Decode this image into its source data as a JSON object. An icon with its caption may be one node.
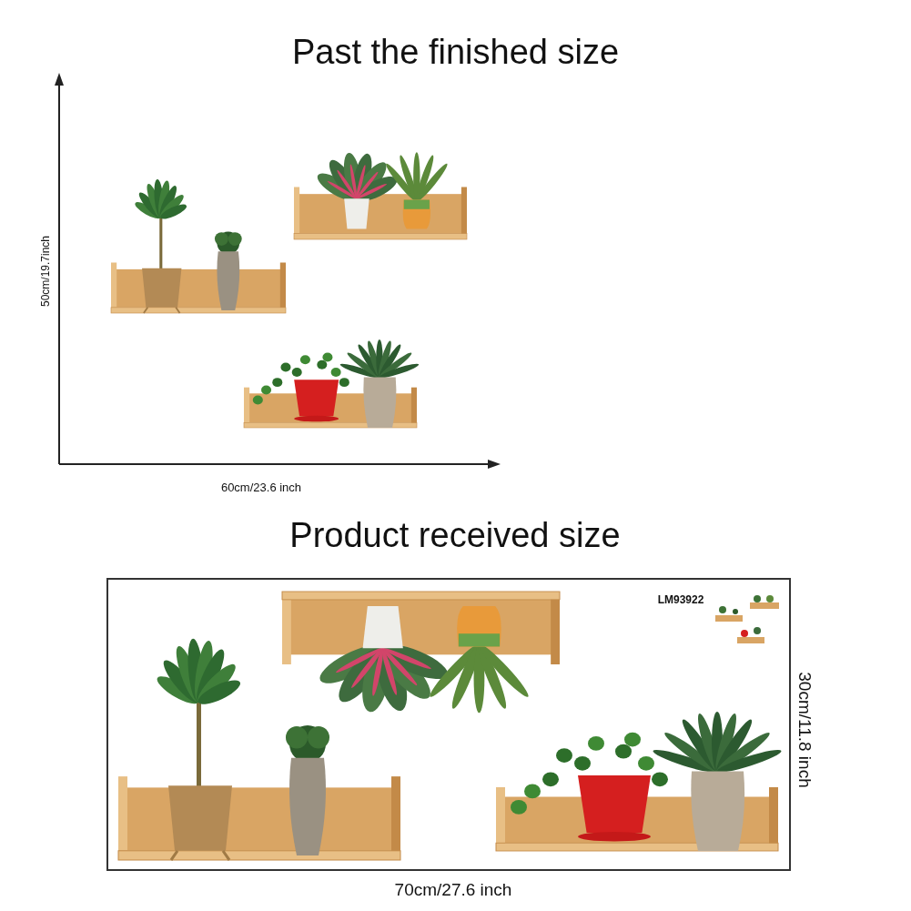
{
  "diagram": {
    "title": "Past the finished size",
    "labels": [
      "50cm/19.7inch",
      "60cm/23.6 inch",
      "Product received size",
      "LM93922",
      "30cm/11.8 inch",
      "70cm/27.6 inch"
    ]
  }
}
